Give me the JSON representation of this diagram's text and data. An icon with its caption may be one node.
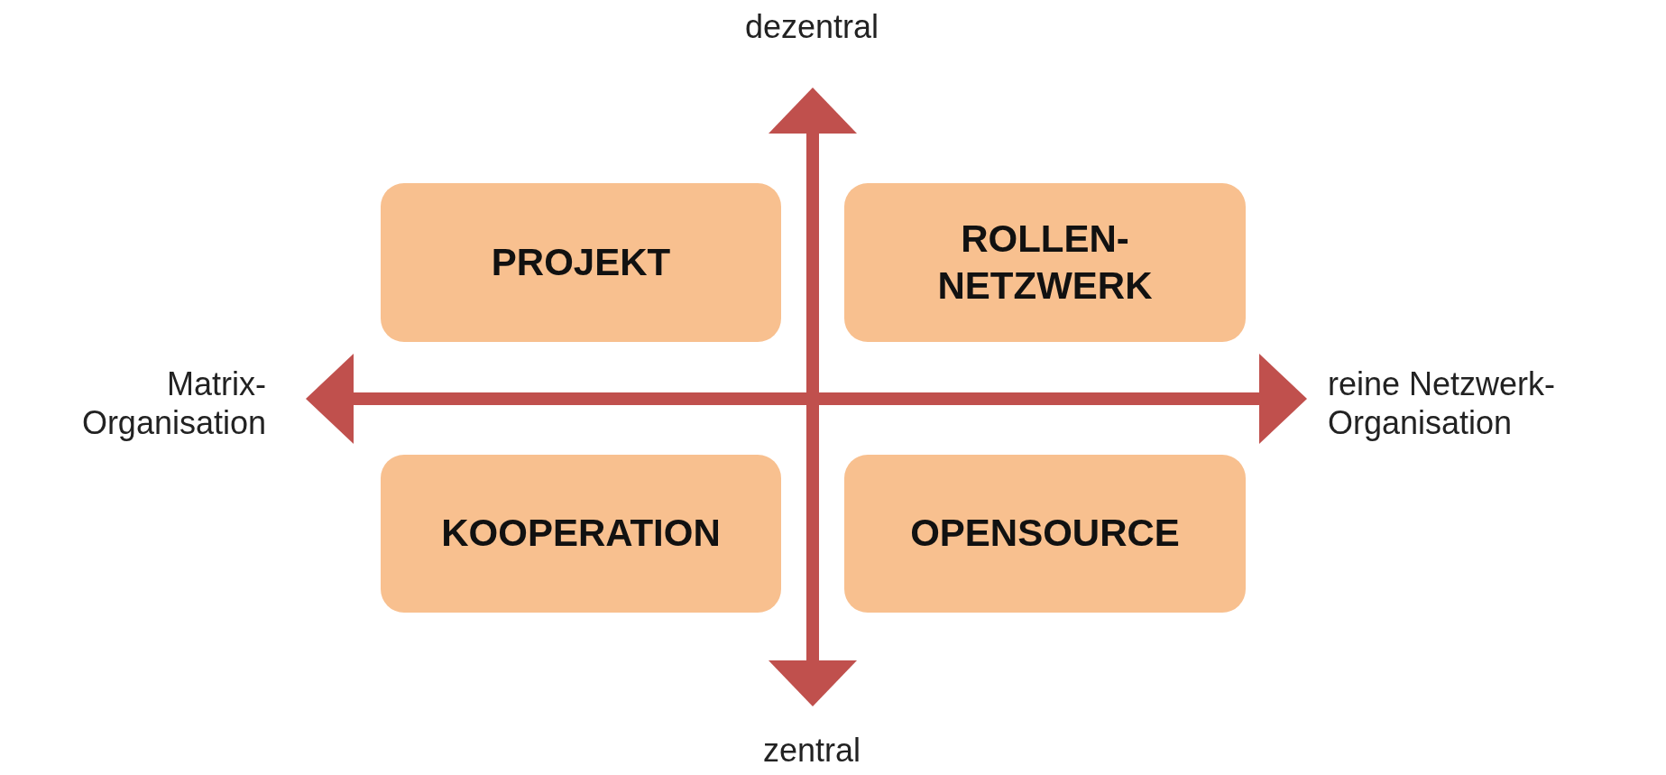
{
  "diagram": {
    "nodes": [
      {
        "text": [
          "PROJEKT"
        ]
      },
      {
        "text": [
          "ROLLEN- NETZWERK"
        ]
      },
      {
        "text": [
          "KOOPERATION"
        ]
      },
      {
        "text": [
          "OPENSOURCE"
        ]
      }
    ],
    "edges": [],
    "labels": [
      "dezentral",
      "Matrix- Organisation",
      "reine Netzwerk- Organisation",
      "zentral"
    ]
  }
}
